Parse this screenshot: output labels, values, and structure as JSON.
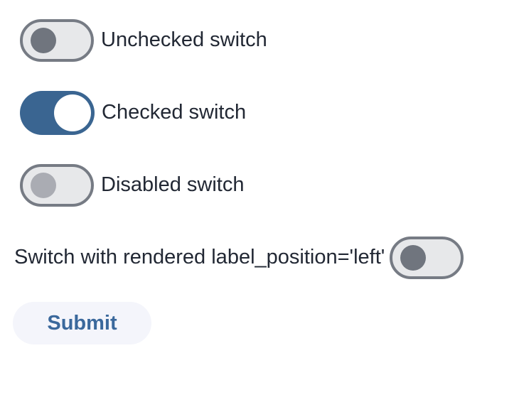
{
  "colors": {
    "page_background": "#ffffff",
    "track_unchecked": "#e7e8ea",
    "track_border": "#767b84",
    "knob_unchecked": "#70757e",
    "knob_disabled": "#aaacb3",
    "track_checked": "#3a6591",
    "knob_checked": "#ffffff",
    "label_text": "#222834",
    "button_background": "#f4f5fb",
    "button_text": "#3a689c"
  },
  "switches": [
    {
      "label": "Unchecked switch",
      "state": "unchecked",
      "disabled": false,
      "label_position": "right"
    },
    {
      "label": "Checked switch",
      "state": "checked",
      "disabled": false,
      "label_position": "right"
    },
    {
      "label": "Disabled switch",
      "state": "unchecked",
      "disabled": true,
      "label_position": "right"
    },
    {
      "label": "Switch with rendered label_position='left'",
      "state": "unchecked",
      "disabled": false,
      "label_position": "left"
    }
  ],
  "button": {
    "label": "Submit"
  }
}
